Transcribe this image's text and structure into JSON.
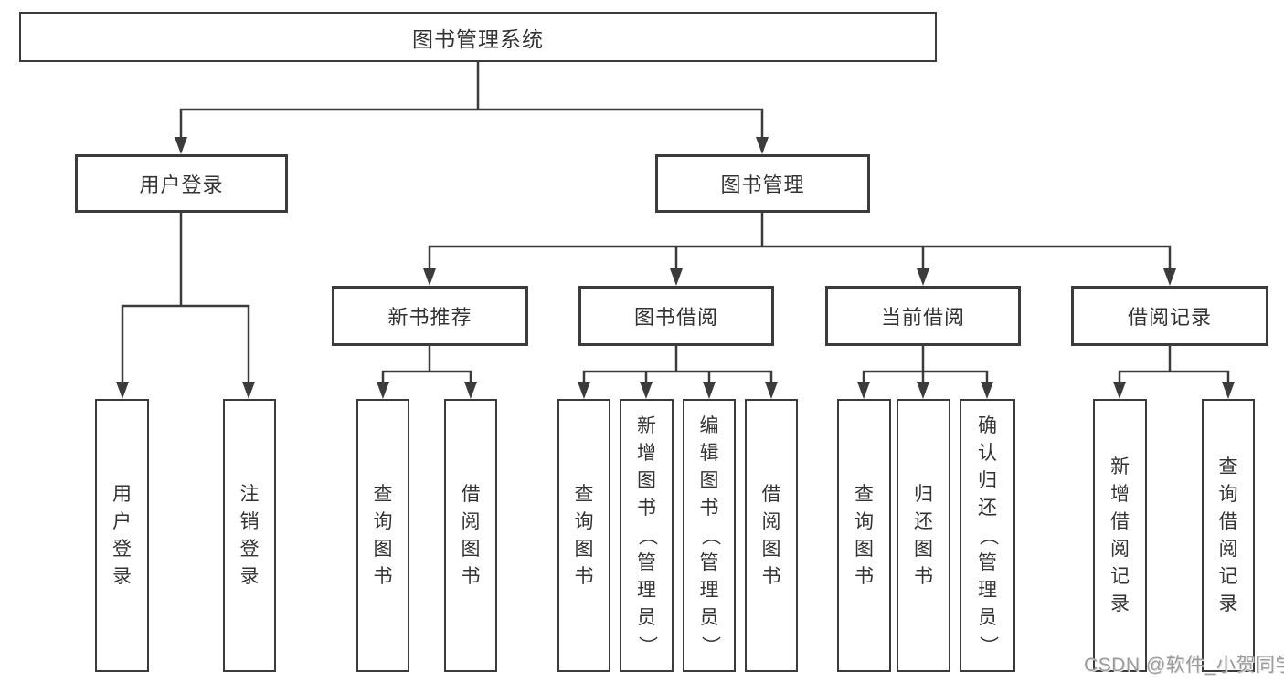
{
  "diagram": {
    "type": "hierarchy-tree",
    "tree": {
      "label": "图书管理系统",
      "children": [
        {
          "label": "用户登录",
          "children": [
            {
              "label": "用户登录"
            },
            {
              "label": "注销登录"
            }
          ]
        },
        {
          "label": "图书管理",
          "children": [
            {
              "label": "新书推荐",
              "children": [
                {
                  "label": "查询图书"
                },
                {
                  "label": "借阅图书"
                }
              ]
            },
            {
              "label": "图书借阅",
              "children": [
                {
                  "label": "查询图书"
                },
                {
                  "label": "新增图书（管理员）"
                },
                {
                  "label": "编辑图书（管理员）"
                },
                {
                  "label": "借阅图书"
                }
              ]
            },
            {
              "label": "当前借阅",
              "children": [
                {
                  "label": "查询图书"
                },
                {
                  "label": "归还图书"
                },
                {
                  "label": "确认归还（管理员）"
                }
              ]
            },
            {
              "label": "借阅记录",
              "children": [
                {
                  "label": "新增借阅记录"
                },
                {
                  "label": "查询借阅记录"
                }
              ]
            }
          ]
        }
      ]
    }
  },
  "watermark": {
    "text": "CSDN @软件_小贺同学"
  },
  "colors": {
    "line": "#3b3b3b",
    "box_border": "#3b3b3b",
    "text": "#333333",
    "watermark": "#9c9c9c",
    "background": "#ffffff"
  }
}
